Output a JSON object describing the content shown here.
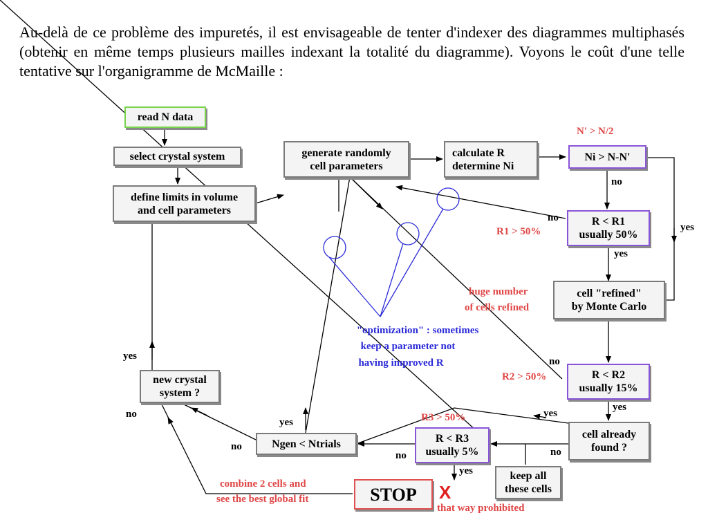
{
  "paragraph": "Au-delà de ce problème des impuretés, il est envisageable de tenter d'indexer des diagrammes multiphasés (obtenir en même temps plusieurs mailles indexant la totalité du diagramme). Voyons le coût d'une telle tentative sur l'organigramme de McMaille :",
  "boxes": {
    "read_data": "read N data",
    "select_system": "select crystal system",
    "define_limits_1": "define limits in volume",
    "define_limits_2": "and cell parameters",
    "generate_1": "generate randomly",
    "generate_2": "cell parameters",
    "calculate_1": "calculate R",
    "calculate_2": "determine Ni",
    "ni_test": "Ni > N-N'",
    "r1_1": "R < R1",
    "r1_2": "usually 50%",
    "refined_1": "cell \"refined\"",
    "refined_2": "by Monte Carlo",
    "r2_1": "R < R2",
    "r2_2": "usually 15%",
    "already_1": "cell already",
    "already_2": "found ?",
    "r3_1": "R < R3",
    "r3_2": "usually 5%",
    "keep_1": "keep all",
    "keep_2": "these cells",
    "ngen": "Ngen < Ntrials",
    "new_system_1": "new crystal",
    "new_system_2": "system ?",
    "stop": "STOP"
  },
  "labels": {
    "n_prime": "N' > N/2",
    "no": "no",
    "yes": "yes",
    "r1_50": "R1 > 50%",
    "r2_50": "R2 > 50%",
    "r3_50": "R3 > 50%",
    "huge_1": "huge number",
    "huge_2": "of cells refined",
    "opt_1": "\"optimization\" : sometimes",
    "opt_2": "keep a parameter not",
    "opt_3": "having improved R",
    "combine_1": "combine 2 cells and",
    "combine_2": "see the best global fit",
    "prohibited": "that way prohibited",
    "x": "X"
  },
  "colors": {
    "default_border": "#7a7a7a",
    "purple_border": "#8a54d8",
    "green_border": "#77d44b",
    "red_border": "#e05050",
    "red_text": "#e04646",
    "blue_text": "#2a2ad8"
  }
}
